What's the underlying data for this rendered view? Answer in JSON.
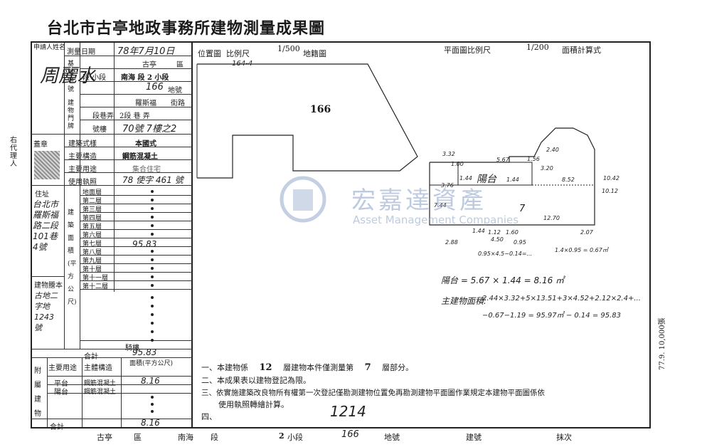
{
  "title": "台北市古亭地政事務所建物測量成果圖",
  "left_margin_label": "右代理人",
  "form": {
    "applicant_label": "申請人姓名",
    "applicant_name": "周麗水",
    "seal_label": "蓋章",
    "address_label": "住址",
    "address_value": "台北市羅斯福路二段101巷4號",
    "survey_date_label": "測量日期",
    "survey_date_value": "78年7月10日",
    "base_loc_label": "基地地號",
    "district_label": "區",
    "district_value": "古亭",
    "section_label": "段 小段",
    "section_value": "南海 段 2 小段",
    "lot_label": "地號",
    "lot_value": "166",
    "street_label": "街路",
    "street_value": "羅斯福",
    "lane_label": "段巷弄",
    "lane_value": "2段 巷 弄",
    "number_label": "號樓",
    "number_value": "70號 7樓之2",
    "building_door_label": "建物門牌",
    "style_label": "建築式樣",
    "style_value": "本國式",
    "structure_label": "主要構造",
    "structure_value": "鋼筋混凝土",
    "use_label": "主要用途",
    "use_value": "集合住宅",
    "license_label": "使用執照",
    "license_value": "78 使字 461 號",
    "area_label": "建築面積(平方公尺)",
    "floors": [
      "地面層",
      "第二層",
      "第三層",
      "第四層",
      "第五層",
      "第六層",
      "第七層",
      "第八層",
      "第九層",
      "第十層",
      "第十一層",
      "第十二層"
    ],
    "floor7_value": "95.83",
    "arcade_label": "騎樓",
    "total_label": "合計",
    "total_value": "95.83",
    "cert_label": "建物謄本",
    "cert_value": "古地二字地 1243 號",
    "annex_label": "附屬建物",
    "annex_use_label": "主要用途",
    "annex_struct_label": "主體構造",
    "annex_area_label": "面積(平方公尺)",
    "annex_rows": [
      {
        "use": "平台",
        "struct": "鋼筋混凝土",
        "area": "8.16"
      },
      {
        "use": "陽台",
        "struct": "鋼筋混凝土",
        "area": ""
      }
    ],
    "annex_total_label": "合計",
    "annex_total_value": "8.16"
  },
  "header_scales": {
    "location_label": "位置圖",
    "scale_label": "比例尺",
    "location_scale": "1/500",
    "cadastral": "地籍圖",
    "plan_label": "平面圖比例尺",
    "plan_scale": "1/200",
    "area_calc": "面積計算式"
  },
  "site_plan": {
    "lot": "166",
    "top_note": "164-4"
  },
  "floor_plan": {
    "unit": "7",
    "balcony": "陽台",
    "dims": [
      "3.32",
      "5.67",
      "1.56",
      "3.20",
      "2.40",
      "1.44",
      "1.00",
      "1.44",
      "3.76",
      "7.44",
      "10.42",
      "10.12",
      "8.52",
      "12.70",
      "2.88",
      "4.50",
      "1.44",
      "0.95",
      "2.07",
      "1.12",
      "1.60"
    ]
  },
  "calc": {
    "balcony_line": "陽台 = 5.67 × 1.44 = 8.16 ㎡",
    "main_label": "主建物面積:",
    "main_line1": "2.44×3.32+5×13.51+3×4.52+2.12×2.4+...",
    "main_line2": "−0.67−1.19 = 95.97㎡ − 0.14 = 95.83",
    "small1": "0.95×4.5−0.14=...",
    "small2": "1.4×0.95 = 0.67㎡"
  },
  "notes": {
    "n1_a": "一、本建物係",
    "n1_floors": "12",
    "n1_b": "層建物本件僅測量第",
    "n1_floor": "7",
    "n1_c": "層部分。",
    "n2": "二、本成果表以建物登記為限。",
    "n3a": "三、依實施建築改良物所有權第一次登記僅勘測建物位置免再勘測建物平面圖作業規定本建物平面圖係依",
    "n3b": "使用執照轉繪計算。",
    "n4": "四、",
    "handwritten_no": "1214"
  },
  "footer": {
    "district": "古亭",
    "district_suffix": "區",
    "section": "南海",
    "section_suffix": "段",
    "subsection": "2",
    "subsection_suffix": "小段",
    "lot": "166",
    "lot_suffix": "地號",
    "bldg_suffix": "建號",
    "seq_suffix": "抹次"
  },
  "side_stamp": "77.9. 10,000張",
  "watermark": {
    "cn": "宏嘉達資產",
    "en": "Asset Management Companies"
  }
}
